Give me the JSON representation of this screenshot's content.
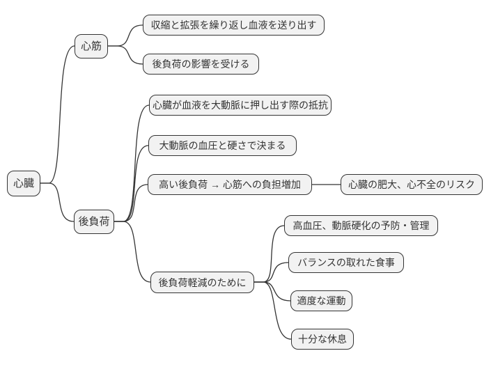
{
  "colors": {
    "background": "#ffffff",
    "node_fill": "#f2f2f2",
    "node_border": "#333333",
    "text": "#333333",
    "line": "#333333"
  },
  "mindmap": {
    "type": "mindmap",
    "root": {
      "label": "心臓",
      "children": [
        {
          "label": "心筋",
          "children": [
            {
              "label": "収縮と拡張を繰り返し血液を送り出す"
            },
            {
              "label": "後負荷の影響を受ける"
            }
          ]
        },
        {
          "label": "後負荷",
          "children": [
            {
              "label": "心臓が血液を大動脈に押し出す際の抵抗"
            },
            {
              "label": "大動脈の血圧と硬さで決まる"
            },
            {
              "label": "高い後負荷 → 心筋への負担増加",
              "children": [
                {
                  "label": "心臓の肥大、心不全のリスク"
                }
              ]
            },
            {
              "label": "後負荷軽減のために",
              "children": [
                {
                  "label": "高血圧、動脈硬化の予防・管理"
                },
                {
                  "label": "バランスの取れた食事"
                },
                {
                  "label": "適度な運動"
                },
                {
                  "label": "十分な休息"
                }
              ]
            }
          ]
        }
      ]
    }
  }
}
